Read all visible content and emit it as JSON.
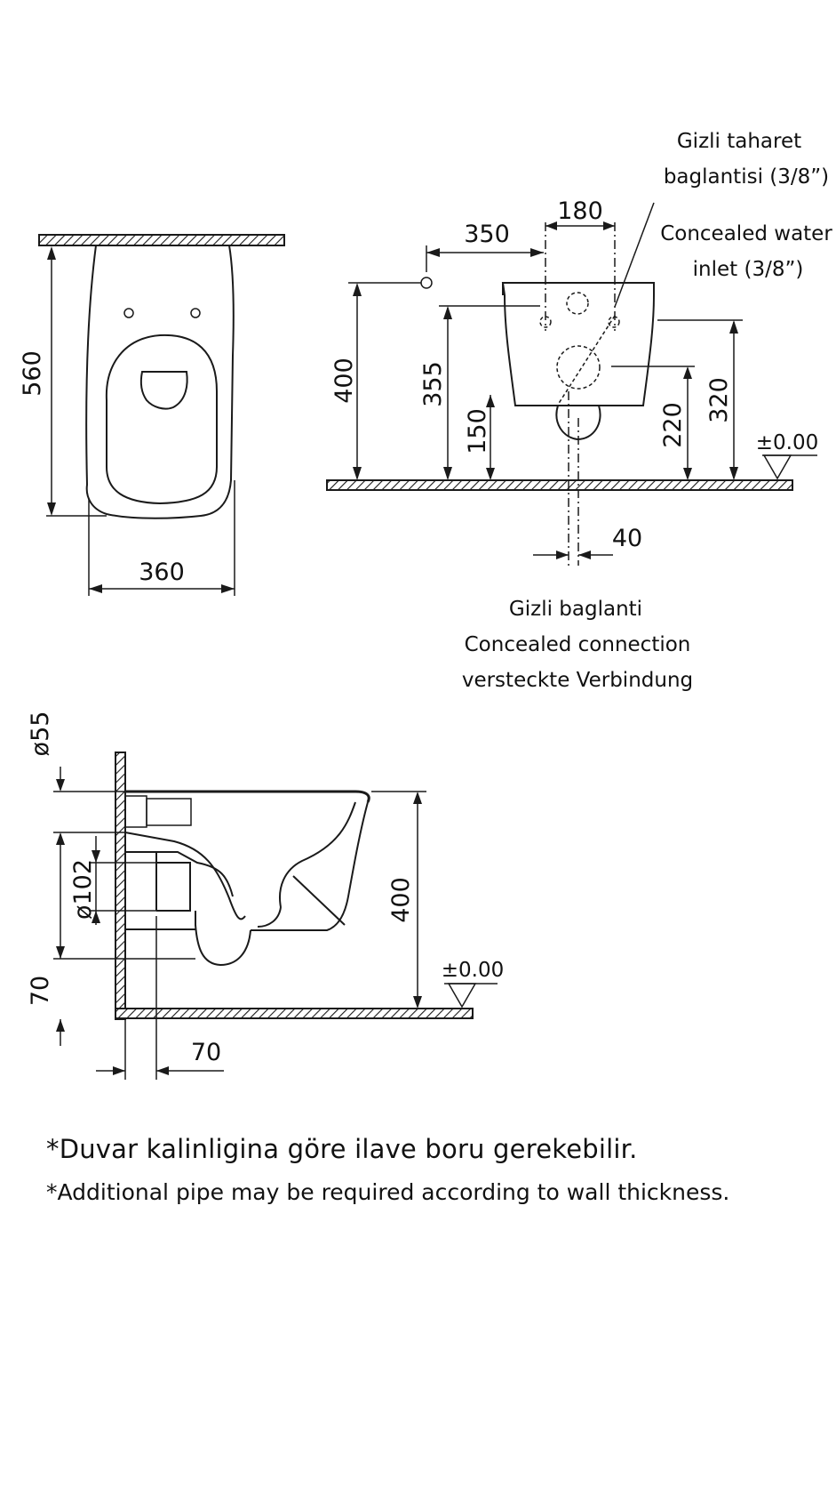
{
  "top_view": {
    "dim_depth": "560",
    "dim_width": "360"
  },
  "side_view": {
    "dim_350": "350",
    "dim_180": "180",
    "dim_400": "400",
    "dim_355": "355",
    "dim_150": "150",
    "dim_220": "220",
    "dim_320": "320",
    "dim_40": "40",
    "level": "±0.00",
    "water_inlet_tr_1": "Gizli taharet",
    "water_inlet_tr_2": "baglantisi (3/8”)",
    "water_inlet_en_1": "Concealed water",
    "water_inlet_en_2": "inlet (3/8”)",
    "connection_tr": "Gizli baglanti",
    "connection_en": "Concealed connection",
    "connection_de": "versteckte Verbindung"
  },
  "section_view": {
    "dim_d55": "ø55",
    "dim_d102": "ø102",
    "dim_70_vertical": "70",
    "dim_400": "400",
    "dim_70_horizontal": "70",
    "level": "±0.00"
  },
  "notes": {
    "line_1": "*Duvar kalinligina göre ilave boru gerekebilir.",
    "line_2": "*Additional pipe may be required according to wall thickness."
  }
}
